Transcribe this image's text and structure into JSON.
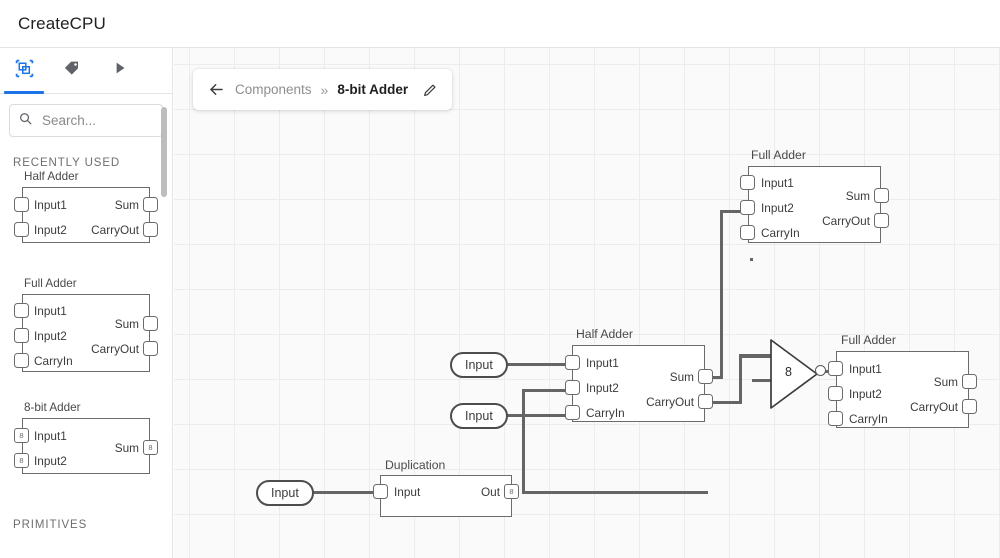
{
  "app": {
    "title": "CreateCPU"
  },
  "sidebar": {
    "tabs": [
      {
        "name": "components-tab",
        "icon": "components-icon",
        "active": true
      },
      {
        "name": "tags-tab",
        "icon": "tag-icon",
        "active": false
      },
      {
        "name": "run-tab",
        "icon": "play-icon",
        "active": false
      }
    ],
    "search": {
      "placeholder": "Search...",
      "value": "",
      "icon": "search-icon"
    },
    "sections": [
      {
        "label": "RECENTLY USED"
      },
      {
        "label": "PRIMITIVES"
      }
    ],
    "palette_items": [
      {
        "title": "Half Adder",
        "inputs": [
          {
            "label": "Input1",
            "bus": false
          },
          {
            "label": "Input2",
            "bus": false
          }
        ],
        "outputs": [
          {
            "label": "Sum",
            "bus": false
          },
          {
            "label": "CarryOut",
            "bus": false
          }
        ]
      },
      {
        "title": "Full Adder",
        "inputs": [
          {
            "label": "Input1",
            "bus": false
          },
          {
            "label": "Input2",
            "bus": false
          },
          {
            "label": "CarryIn",
            "bus": false
          }
        ],
        "outputs": [
          {
            "label": "Sum",
            "bus": false
          },
          {
            "label": "CarryOut",
            "bus": false
          }
        ]
      },
      {
        "title": "8-bit Adder",
        "inputs": [
          {
            "label": "Input1",
            "bus": true,
            "width": "8"
          },
          {
            "label": "Input2",
            "bus": true,
            "width": "8"
          }
        ],
        "outputs": [
          {
            "label": "Sum",
            "bus": true,
            "width": "8"
          }
        ]
      }
    ]
  },
  "breadcrumb": {
    "back_icon": "back-arrow-icon",
    "root": "Components",
    "separator": "»",
    "current": "8-bit Adder",
    "edit_icon": "pencil-icon"
  },
  "canvas": {
    "nodes": [
      {
        "id": "full-adder-top",
        "title": "Full Adder",
        "inputs": [
          "Input1",
          "Input2",
          "CarryIn"
        ],
        "outputs": [
          "Sum",
          "CarryOut"
        ]
      },
      {
        "id": "half-adder-center",
        "title": "Half Adder",
        "inputs": [
          "Input1",
          "Input2",
          "CarryIn"
        ],
        "outputs": [
          "Sum",
          "CarryOut"
        ]
      },
      {
        "id": "full-adder-right",
        "title": "Full Adder",
        "inputs": [
          "Input1",
          "Input2",
          "CarryIn"
        ],
        "outputs": [
          "Sum",
          "CarryOut"
        ]
      },
      {
        "id": "duplication",
        "title": "Duplication",
        "inputs": [
          "Input"
        ],
        "outputs": [
          "Out"
        ],
        "output_bus_width": "8"
      }
    ],
    "input_pills": [
      {
        "id": "input-pill-1",
        "label": "Input"
      },
      {
        "id": "input-pill-2",
        "label": "Input"
      },
      {
        "id": "input-pill-3",
        "label": "Input"
      }
    ],
    "buffer": {
      "id": "bus-buffer",
      "label": "8"
    }
  },
  "colors": {
    "accent": "#1a73e8",
    "node_stroke": "#6b6b6b",
    "wire": "#656565",
    "grid": "#ececec",
    "canvas_bg": "#fafafa"
  }
}
